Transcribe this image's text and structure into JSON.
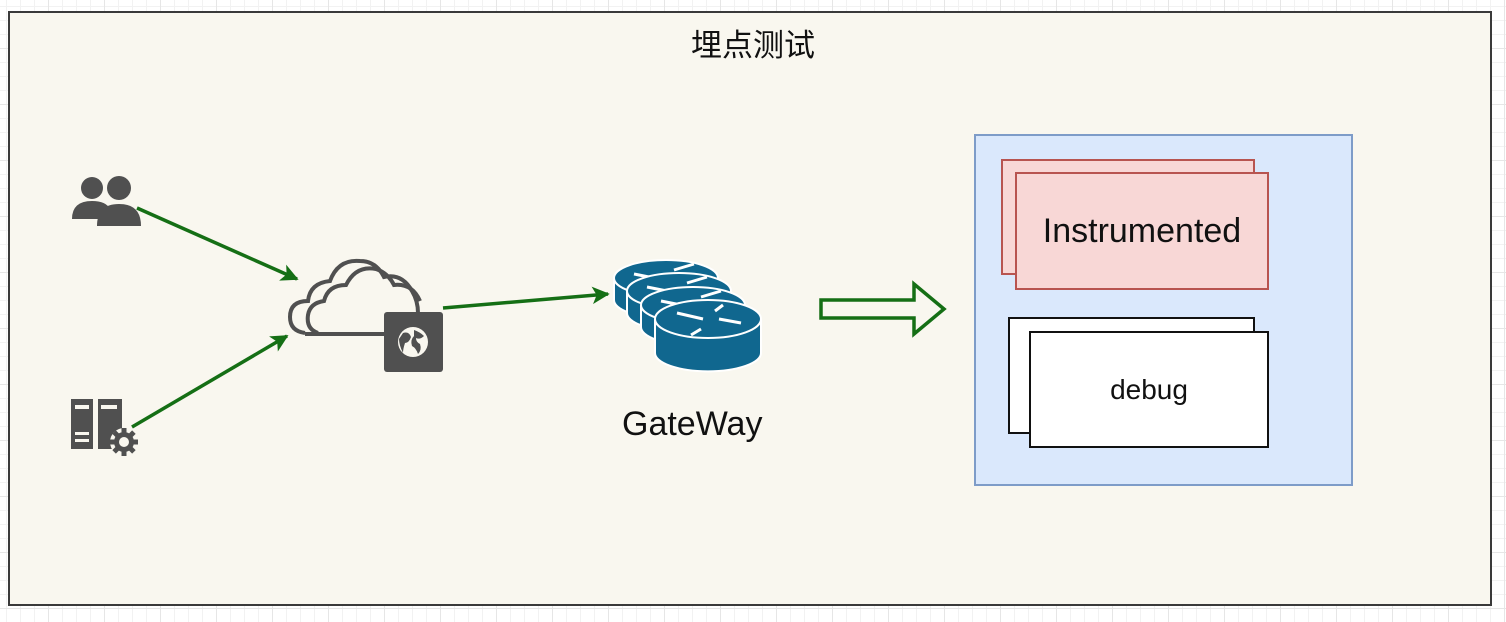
{
  "diagram": {
    "title": "埋点测试",
    "nodes": {
      "users": {
        "label": "",
        "icon": "users-icon"
      },
      "server": {
        "label": "",
        "icon": "server-gear-icon"
      },
      "internet": {
        "label": "",
        "icon": "cloud-globe-icon"
      },
      "gateway": {
        "label": "GateWay",
        "icon": "router-stack-icon"
      },
      "instrumented": {
        "label": "Instrumented"
      },
      "debug": {
        "label": "debug"
      }
    },
    "edges": [
      {
        "from": "users",
        "to": "internet"
      },
      {
        "from": "server",
        "to": "internet"
      },
      {
        "from": "internet",
        "to": "gateway"
      },
      {
        "from": "gateway",
        "to": "environments",
        "style": "block-arrow"
      }
    ],
    "colors": {
      "canvas": "#f9f7ef",
      "edge": "#156f15",
      "icon_gray": "#505050",
      "router_blue": "#10678f",
      "container_fill": "#dae8fc",
      "container_stroke": "#7e9cc8",
      "instrumented_fill": "#f8d7d6",
      "instrumented_stroke": "#b85450"
    }
  }
}
